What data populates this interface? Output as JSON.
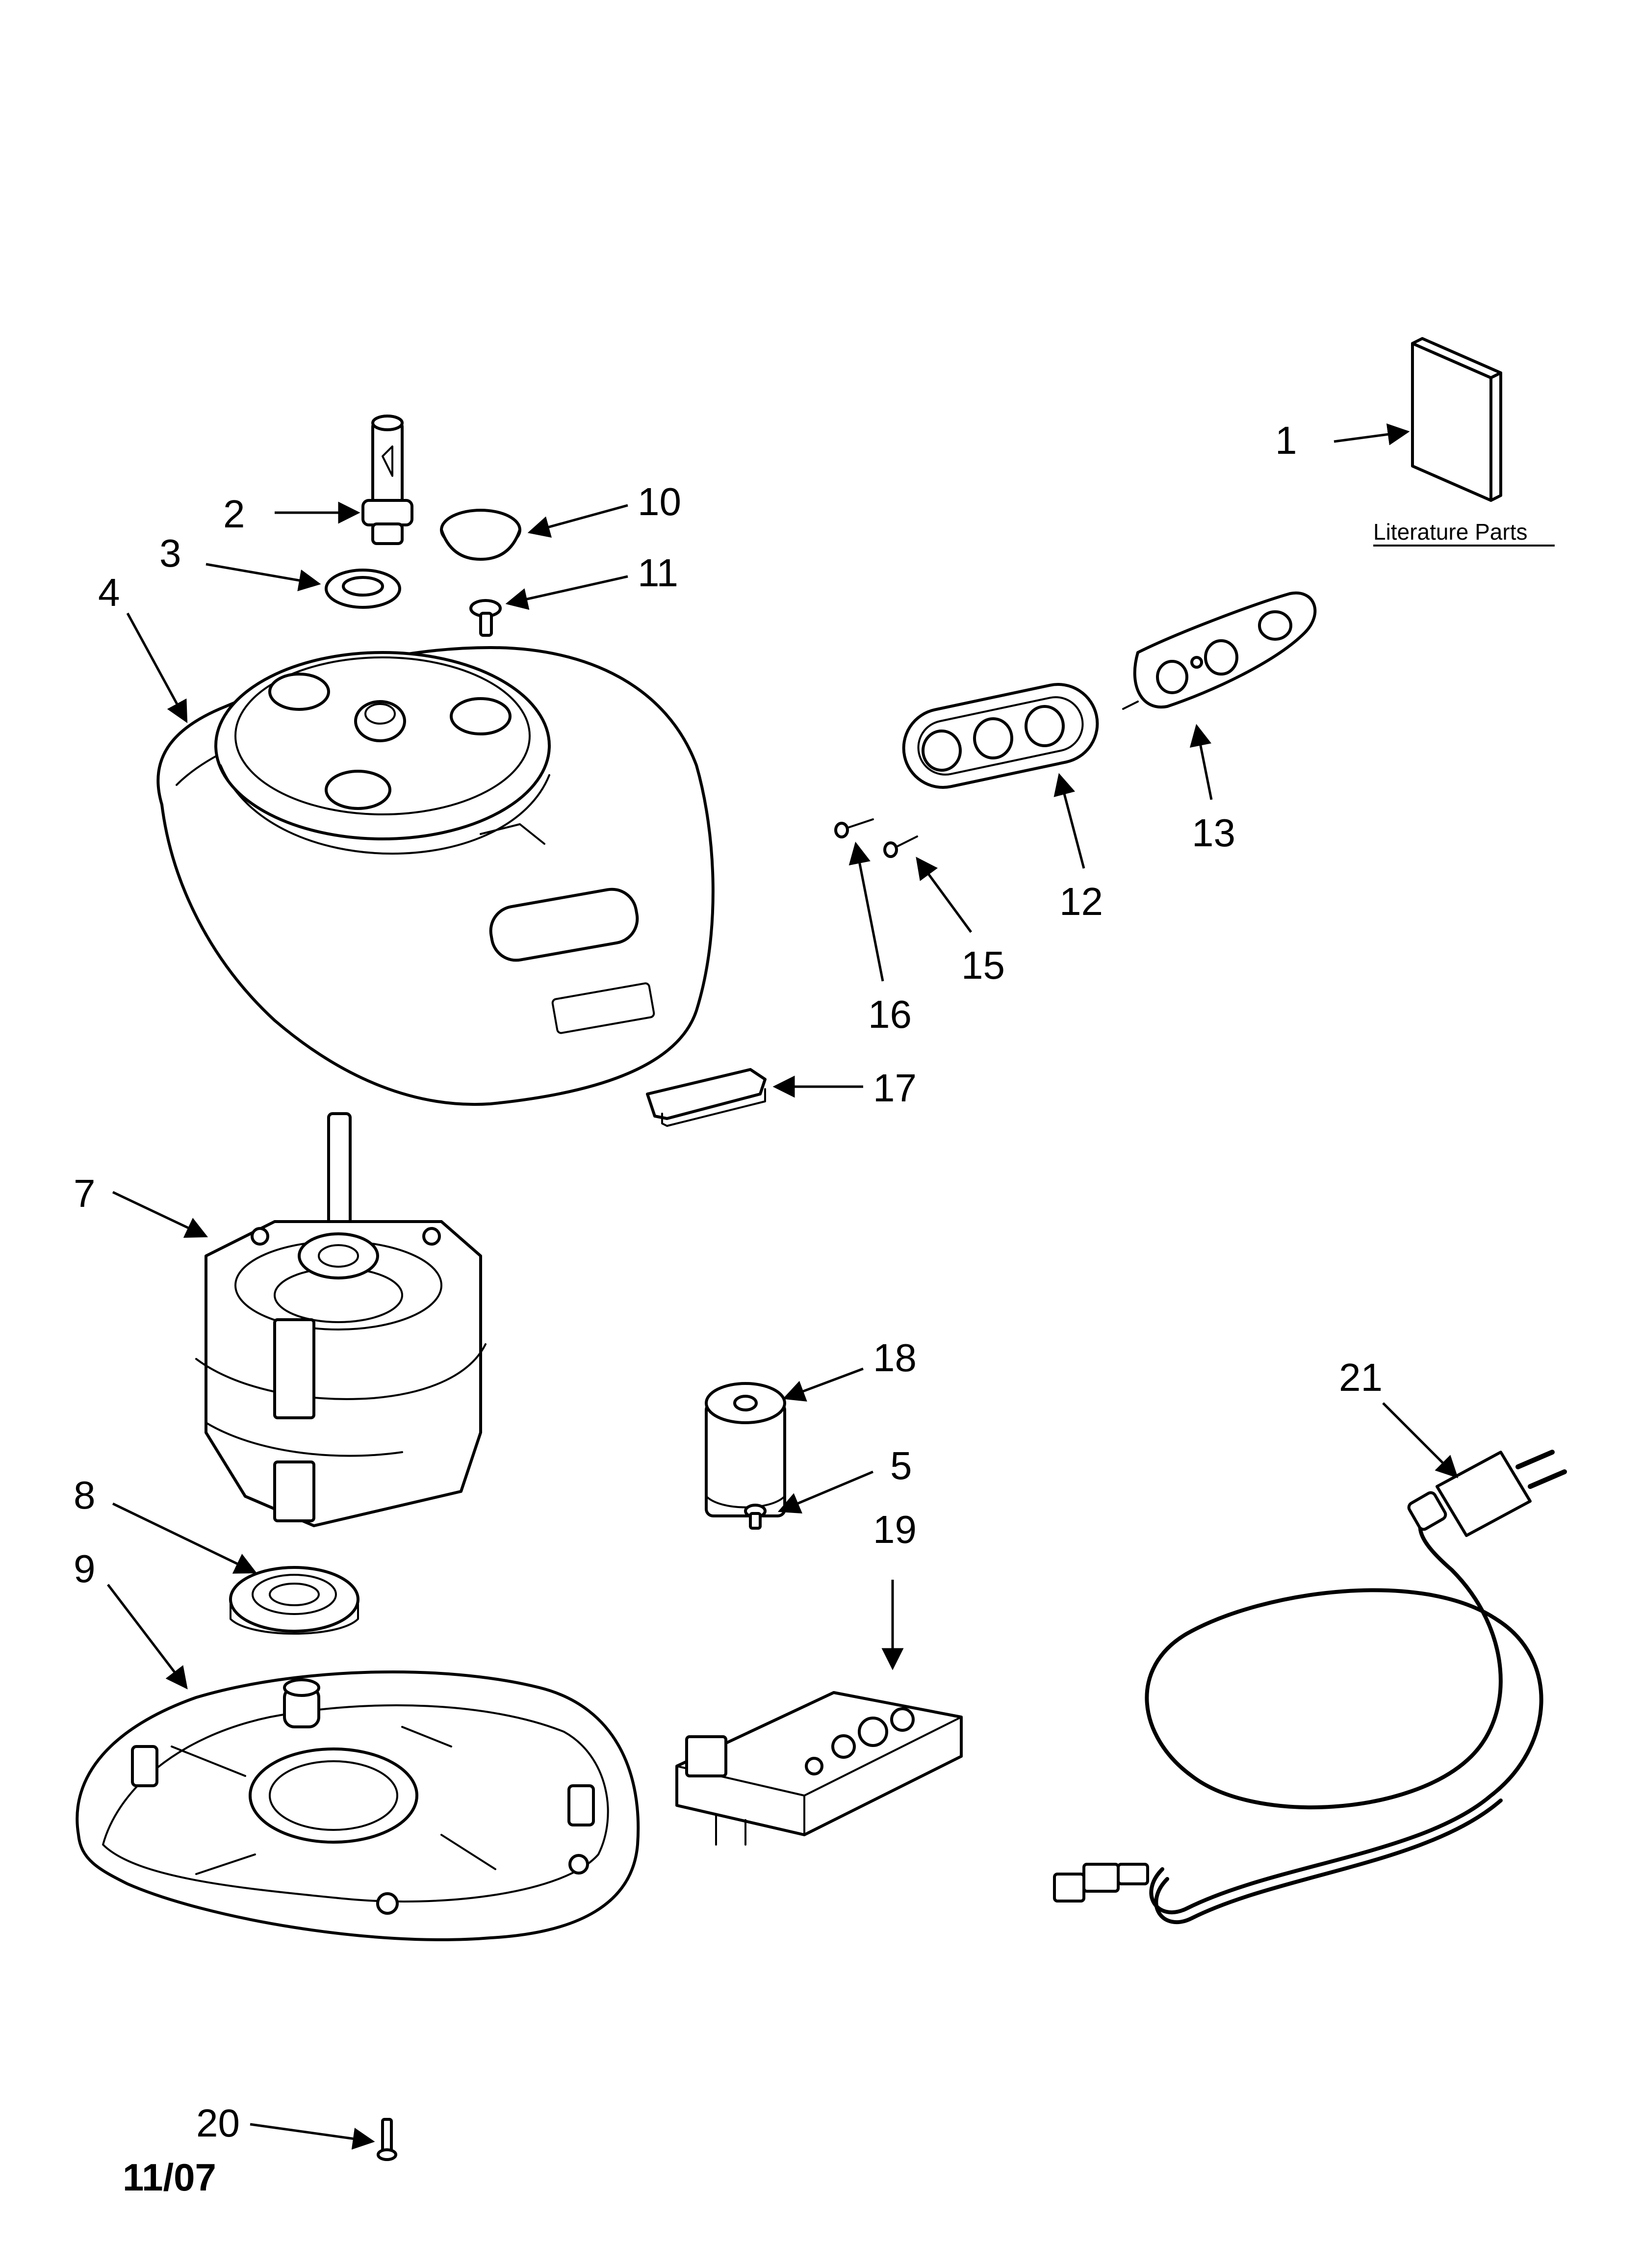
{
  "callouts": {
    "c1": "1",
    "c2": "2",
    "c3": "3",
    "c4": "4",
    "c5": "5",
    "c7": "7",
    "c8": "8",
    "c9": "9",
    "c10": "10",
    "c11": "11",
    "c12": "12",
    "c13": "13",
    "c15": "15",
    "c16": "16",
    "c17": "17",
    "c18": "18",
    "c19": "19",
    "c20": "20",
    "c21": "21"
  },
  "literature_label": "Literature Parts",
  "date_code": "11/07",
  "colors": {
    "line": "#000000",
    "background": "#ffffff"
  }
}
